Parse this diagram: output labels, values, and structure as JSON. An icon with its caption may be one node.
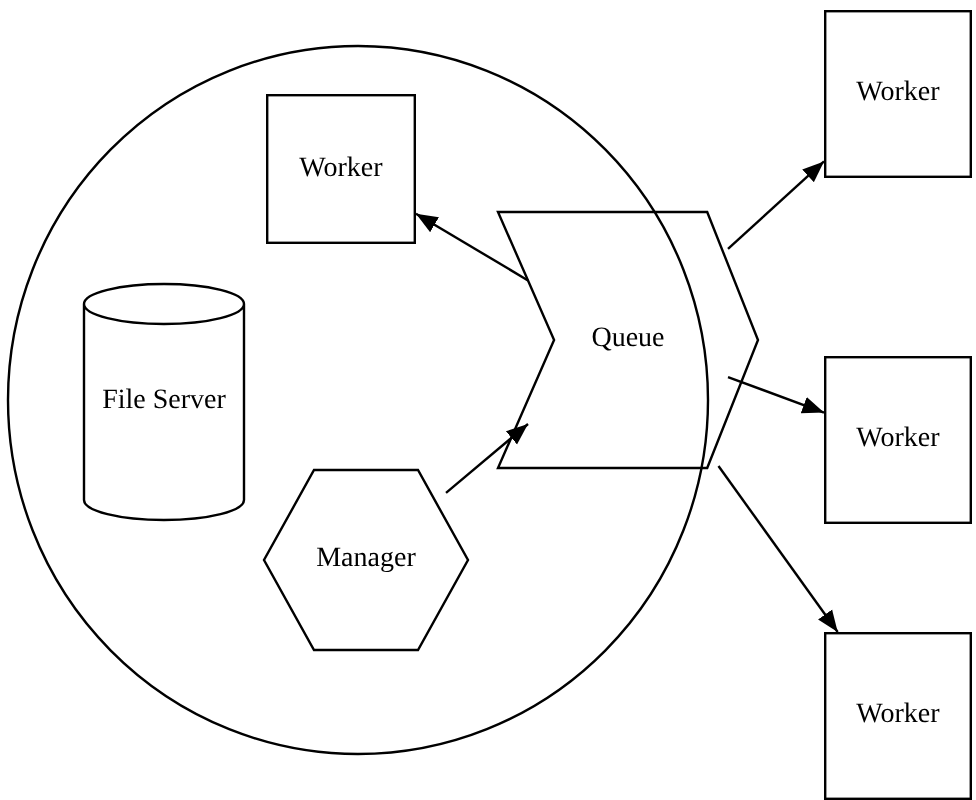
{
  "diagram": {
    "nodes": [
      {
        "text": [],
        "shape": "circle"
      },
      {
        "text": [
          "Worker"
        ],
        "in": 0
      },
      {
        "text": [
          "File Server"
        ],
        "in": 0
      },
      {
        "text": [
          "Manager"
        ],
        "in": 0
      },
      {
        "text": [
          "Queue"
        ]
      },
      {
        "text": [
          "Worker"
        ]
      },
      {
        "text": [
          "Worker"
        ]
      },
      {
        "text": [
          "Worker"
        ]
      }
    ],
    "edges": [
      {
        "from": 3,
        "to": 4,
        "arrow": "to"
      },
      {
        "from": 4,
        "to": 1,
        "arrow": "to"
      },
      {
        "from": 4,
        "to": 5,
        "arrow": "to"
      },
      {
        "from": 4,
        "to": 6,
        "arrow": "to"
      },
      {
        "from": 4,
        "to": 7,
        "arrow": "to"
      }
    ]
  }
}
